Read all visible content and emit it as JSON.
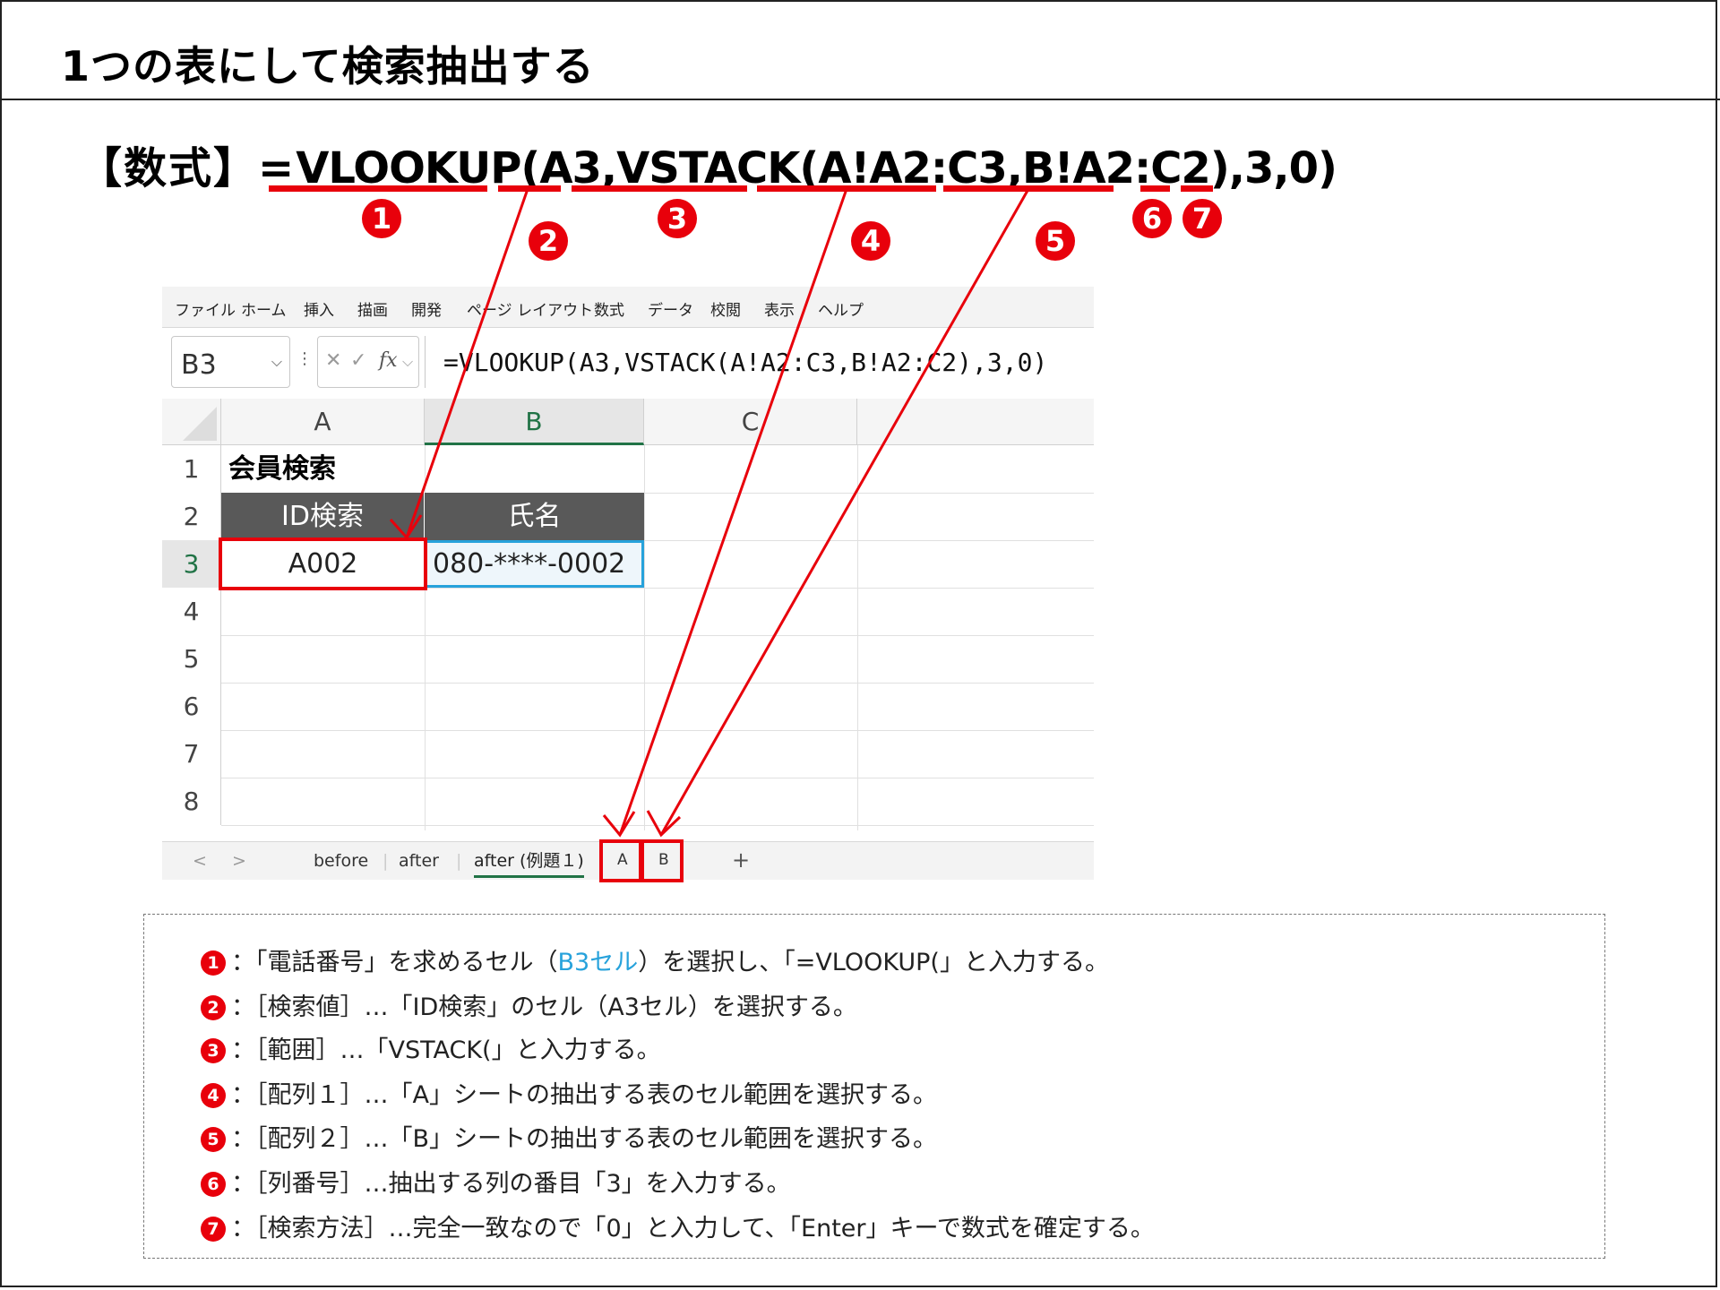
{
  "title": "1つの表にして検索抽出する",
  "formula": {
    "prefix": "【数式】=",
    "p1": "VLOOKUP",
    "p2": "(A3,",
    "p3": "VSTACK",
    "p4": "(A!A2:C3,",
    "p5": "B!A2:C2",
    "p6": "),",
    "p7": "3",
    "p8": ",",
    "p9": "0",
    "p10": ")"
  },
  "markers": [
    "1",
    "2",
    "3",
    "4",
    "5",
    "6",
    "7"
  ],
  "excel": {
    "ribbon": [
      "ファイル",
      "ホーム",
      "挿入",
      "描画",
      "開発",
      "ページ レイアウト",
      "数式",
      "データ",
      "校閲",
      "表示",
      "ヘルプ"
    ],
    "name_box": "B3",
    "formula_bar": "=VLOOKUP(A3,VSTACK(A!A2:C3,B!A2:C2),3,0)",
    "columns": [
      "A",
      "B",
      "C"
    ],
    "rows": [
      "1",
      "2",
      "3",
      "4",
      "5",
      "6",
      "7",
      "8"
    ],
    "cells": {
      "a1": "会員検索",
      "a2": "ID検索",
      "b2": "氏名",
      "a3": "A002",
      "b3": "080-****-0002"
    },
    "tabs": [
      "before",
      "after",
      "after (例題１)",
      "A",
      "B"
    ],
    "nav": [
      "<",
      ">"
    ],
    "add_sheet": "+"
  },
  "notes": [
    {
      "num": "1",
      "pre": "：「電話番号」を求めるセル（",
      "hl": "B3セル",
      "post": "）を選択し、「=VLOOKUP(」と入力する。"
    },
    {
      "num": "2",
      "pre": "：［検索値］…「ID検索」のセル（A3セル）を選択する。",
      "hl": "",
      "post": ""
    },
    {
      "num": "3",
      "pre": "：［範囲］…「VSTACK(」と入力する。",
      "hl": "",
      "post": ""
    },
    {
      "num": "4",
      "pre": "：［配列１］…「A」シートの抽出する表のセル範囲を選択する。",
      "hl": "",
      "post": ""
    },
    {
      "num": "5",
      "pre": "：［配列２］…「B」シートの抽出する表のセル範囲を選択する。",
      "hl": "",
      "post": ""
    },
    {
      "num": "6",
      "pre": "：［列番号］…抽出する列の番目「3」を入力する。",
      "hl": "",
      "post": ""
    },
    {
      "num": "7",
      "pre": "：［検索方法］…完全一致なので「0」と入力して、「Enter」キーで数式を確定する。",
      "hl": "",
      "post": ""
    }
  ],
  "colors": {
    "accent": "#e8000b",
    "excel_green": "#217346",
    "selection_blue": "#27a2db",
    "header_dark": "#595959"
  }
}
